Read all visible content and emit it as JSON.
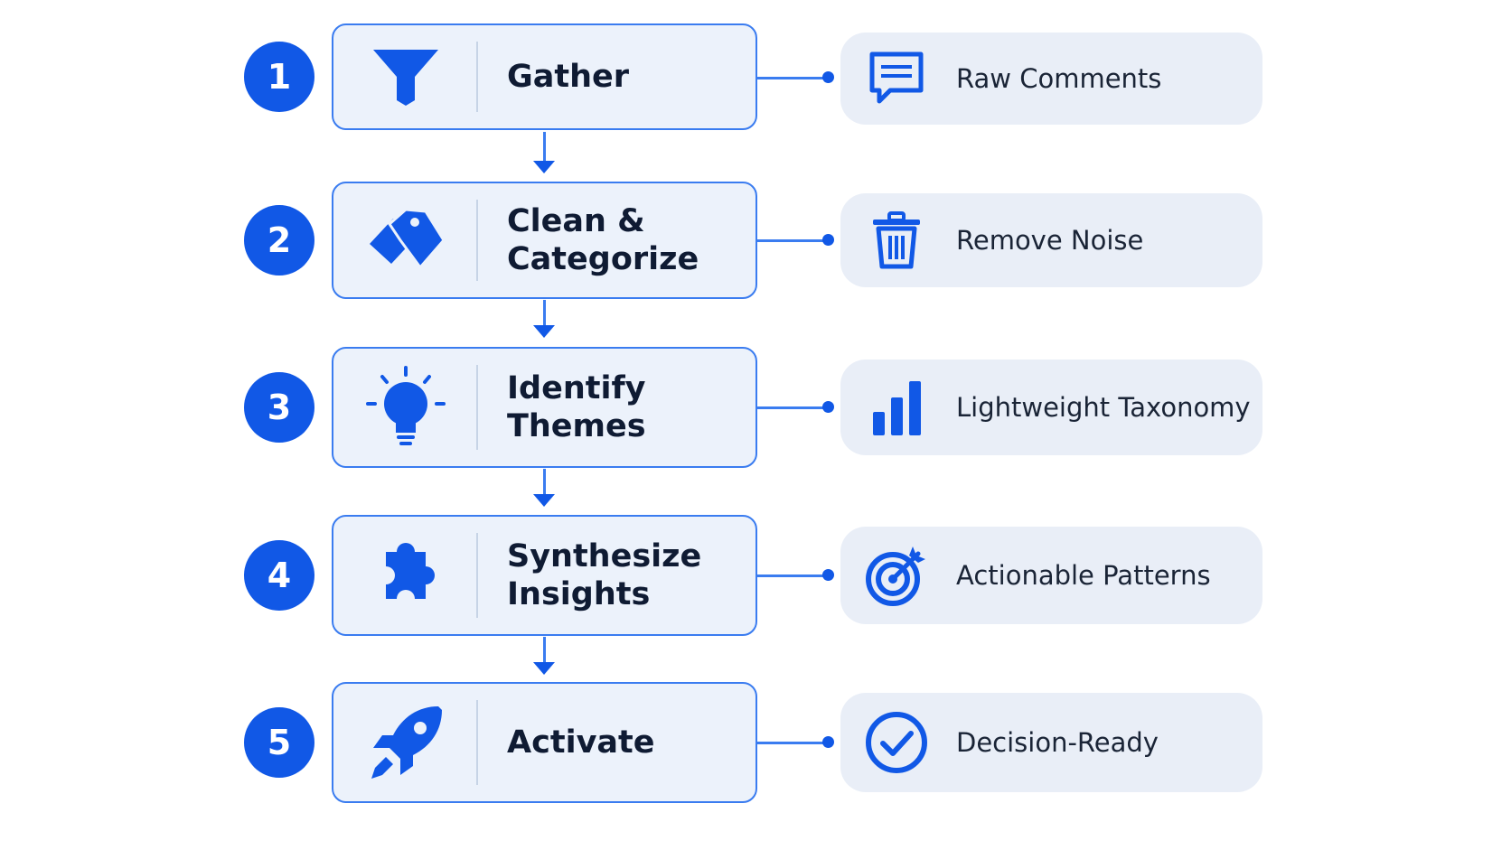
{
  "steps": [
    {
      "number": "1",
      "title": "Gather",
      "icon": "funnel-icon",
      "output": "Raw Comments",
      "output_icon": "chat-bubble-icon"
    },
    {
      "number": "2",
      "title": "Clean &\nCategorize",
      "icon": "tags-icon",
      "output": "Remove Noise",
      "output_icon": "trash-icon"
    },
    {
      "number": "3",
      "title": "Identify\nThemes",
      "icon": "lightbulb-icon",
      "output": "Lightweight Taxonomy",
      "output_icon": "bar-chart-icon"
    },
    {
      "number": "4",
      "title": "Synthesize\nInsights",
      "icon": "puzzle-piece-icon",
      "output": "Actionable Patterns",
      "output_icon": "target-icon"
    },
    {
      "number": "5",
      "title": "Activate",
      "icon": "rocket-icon",
      "output": "Decision-Ready",
      "output_icon": "check-circle-icon"
    }
  ],
  "colors": {
    "accent": "#1158e6",
    "border": "#3a7cf0",
    "card_bg": "#ecf2fb",
    "output_bg": "#e9eef7",
    "text_dark": "#0f1b33"
  }
}
